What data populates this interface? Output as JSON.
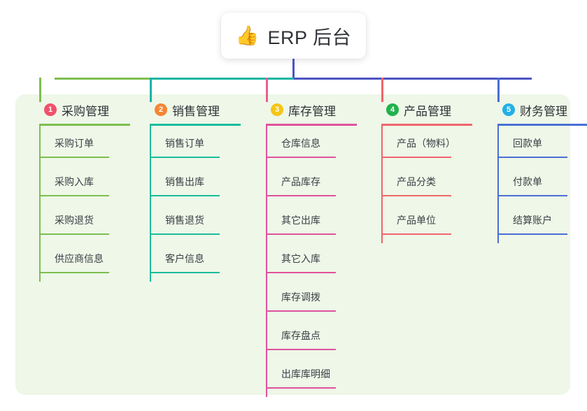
{
  "diagram": {
    "type": "mind-map",
    "root": {
      "icon": "thumbs-up-icon",
      "emoji": "👍",
      "title": "ERP 后台"
    },
    "panel_bg": "#eef7e8",
    "bus_segments": [
      {
        "name": "bus-segment-green",
        "color": "#7cbf4f"
      },
      {
        "name": "bus-segment-teal",
        "color": "#15b6a3"
      },
      {
        "name": "bus-segment-purple",
        "color": "#4d54c4"
      }
    ],
    "root_stem_color": "#4d54c4",
    "columns": [
      {
        "index": "1",
        "title": "采购管理",
        "badge_color": "#f0516c",
        "line_color": "#7cbf4f",
        "drop_color": "#7cbf4f",
        "items": [
          "采购订单",
          "采购入库",
          "采购退货",
          "供应商信息"
        ]
      },
      {
        "index": "2",
        "title": "销售管理",
        "badge_color": "#f58634",
        "line_color": "#1abc9c",
        "drop_color": "#15b6a3",
        "items": [
          "销售订单",
          "销售出库",
          "销售退货",
          "客户信息"
        ]
      },
      {
        "index": "3",
        "title": "库存管理",
        "badge_color": "#f5c518",
        "line_color": "#e0529c",
        "drop_color": "#ec5e94",
        "items": [
          "仓库信息",
          "产品库存",
          "其它出库",
          "其它入库",
          "库存调拨",
          "库存盘点",
          "出库库明细"
        ]
      },
      {
        "index": "4",
        "title": "产品管理",
        "badge_color": "#22b14c",
        "line_color": "#f0656a",
        "drop_color": "#f0656a",
        "items": [
          "产品（物料）",
          "产品分类",
          "产品单位"
        ]
      },
      {
        "index": "5",
        "title": "财务管理",
        "badge_color": "#23b0e8",
        "line_color": "#4a6fd4",
        "drop_color": "#4a6fd4",
        "items": [
          "回款单",
          "付款单",
          "结算账户"
        ]
      }
    ]
  }
}
